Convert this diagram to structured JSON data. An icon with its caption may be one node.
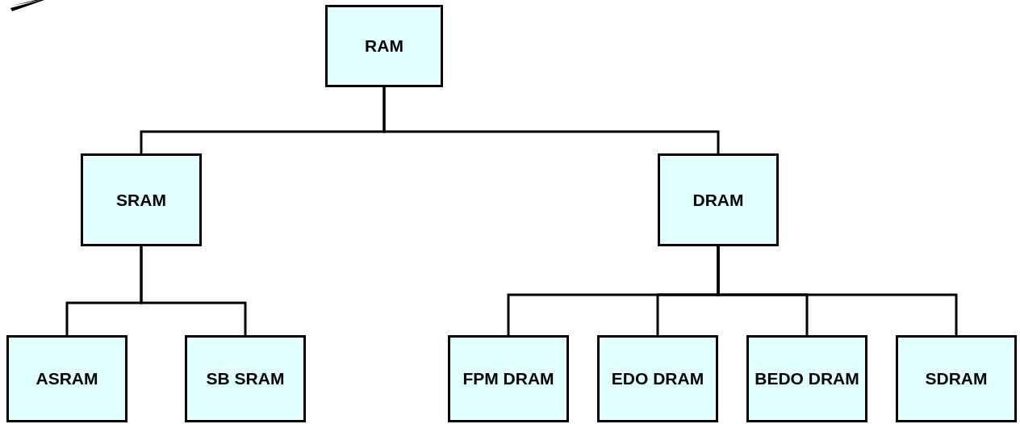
{
  "diagram": {
    "nodes": [
      {
        "text": [
          "RAM"
        ]
      },
      {
        "text": [
          "SRAM"
        ]
      },
      {
        "text": [
          "DRAM"
        ]
      },
      {
        "text": [
          "ASRAM"
        ]
      },
      {
        "text": [
          "SB SRAM"
        ]
      },
      {
        "text": [
          "FPM DRAM"
        ]
      },
      {
        "text": [
          "EDO DRAM"
        ]
      },
      {
        "text": [
          "BEDO DRAM"
        ]
      },
      {
        "text": [
          "SDRAM"
        ]
      }
    ],
    "edges": [
      {
        "from": 0,
        "to": 1,
        "arrow": "none"
      },
      {
        "from": 0,
        "to": 2,
        "arrow": "none"
      },
      {
        "from": 1,
        "to": 3,
        "arrow": "none"
      },
      {
        "from": 1,
        "to": 4,
        "arrow": "none"
      },
      {
        "from": 2,
        "to": 5,
        "arrow": "none"
      },
      {
        "from": 2,
        "to": 6,
        "arrow": "none"
      },
      {
        "from": 2,
        "to": 7,
        "arrow": "none"
      },
      {
        "from": 2,
        "to": 8,
        "arrow": "none"
      }
    ]
  }
}
